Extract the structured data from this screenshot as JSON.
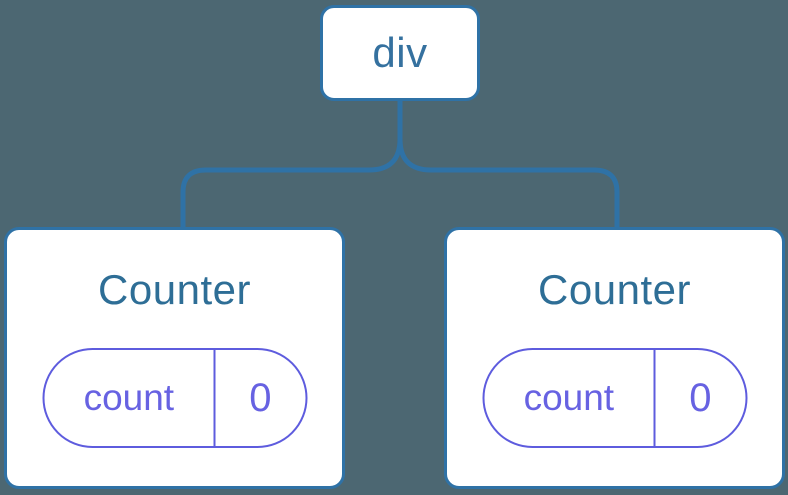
{
  "diagram": {
    "description": "Component tree diagram: a div element with two Counter children, each holding its own count state",
    "colors": {
      "background": "#4C6772",
      "node_fill": "#FFFFFF",
      "tree_line_blue": "#2F72A6",
      "node_text_blue": "#35719F",
      "state_pill_purple": "#5E5CDE",
      "state_text_purple": "#6762E2"
    },
    "root": {
      "label": "div"
    },
    "children": [
      {
        "title": "Counter",
        "state_key": "count",
        "state_value": "0"
      },
      {
        "title": "Counter",
        "state_key": "count",
        "state_value": "0"
      }
    ]
  }
}
